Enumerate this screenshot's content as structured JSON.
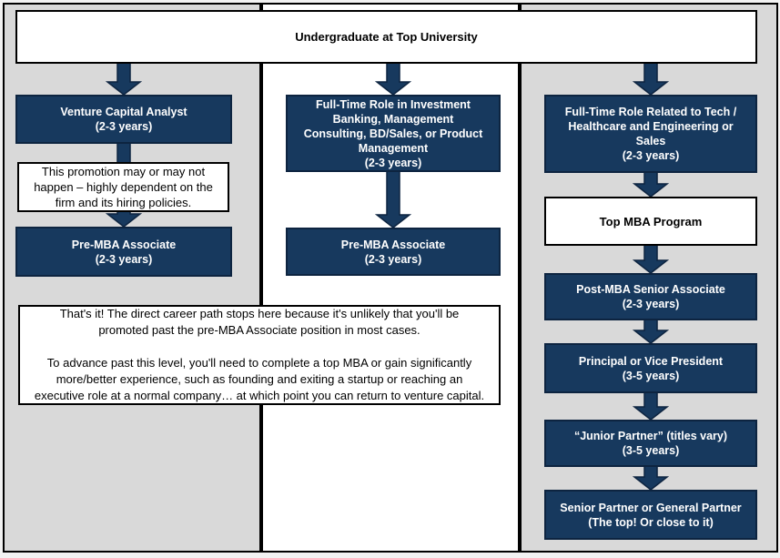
{
  "palette": {
    "navy_fill": "#17395E",
    "navy_border": "#0D2440",
    "panel_gray": "#D9D9D9",
    "panel_border": "#000000",
    "page_background": "#F2F2F2",
    "box_text_white": "#FFFFFF",
    "note_text_black": "#000000"
  },
  "header": {
    "title": "Undergraduate at Top University"
  },
  "left_column": {
    "analyst": {
      "title": "Venture Capital Analyst",
      "duration": "(2-3 years)"
    },
    "note": "This promotion may or may not\nhappen – highly dependent on the\nfirm and its hiring policies.",
    "associate": {
      "title": "Pre-MBA Associate",
      "duration": "(2-3 years)"
    }
  },
  "middle_column": {
    "fulltime": {
      "title": "Full-Time Role in Investment\nBanking, Management\nConsulting, BD/Sales, or Product\nManagement",
      "duration": "(2-3 years)"
    },
    "associate": {
      "title": "Pre-MBA Associate",
      "duration": "(2-3 years)"
    }
  },
  "right_column": {
    "fulltime": {
      "title": "Full-Time Role Related to Tech /\nHealthcare and Engineering or\nSales",
      "duration": "(2-3 years)"
    },
    "mba": {
      "title": "Top MBA Program"
    },
    "senior_associate": {
      "title": "Post-MBA Senior Associate",
      "duration": "(2-3 years)"
    },
    "principal": {
      "title": "Principal or Vice President",
      "duration": "(3-5 years)"
    },
    "junior_partner": {
      "title": "“Junior Partner” (titles vary)",
      "duration": "(3-5 years)"
    },
    "senior_partner": {
      "title": "Senior Partner or General Partner",
      "duration": "(The top! Or close to it)"
    }
  },
  "dead_end_note": "That's it! The direct career path stops here because it's unlikely that you'll be\npromoted past the pre-MBA Associate position in most cases.\n\nTo advance past this level, you'll need to complete a top MBA or gain significantly\nmore/better experience, such as founding and exiting a startup or reaching an\nexecutive role at a normal company… at which point you can return to venture capital."
}
